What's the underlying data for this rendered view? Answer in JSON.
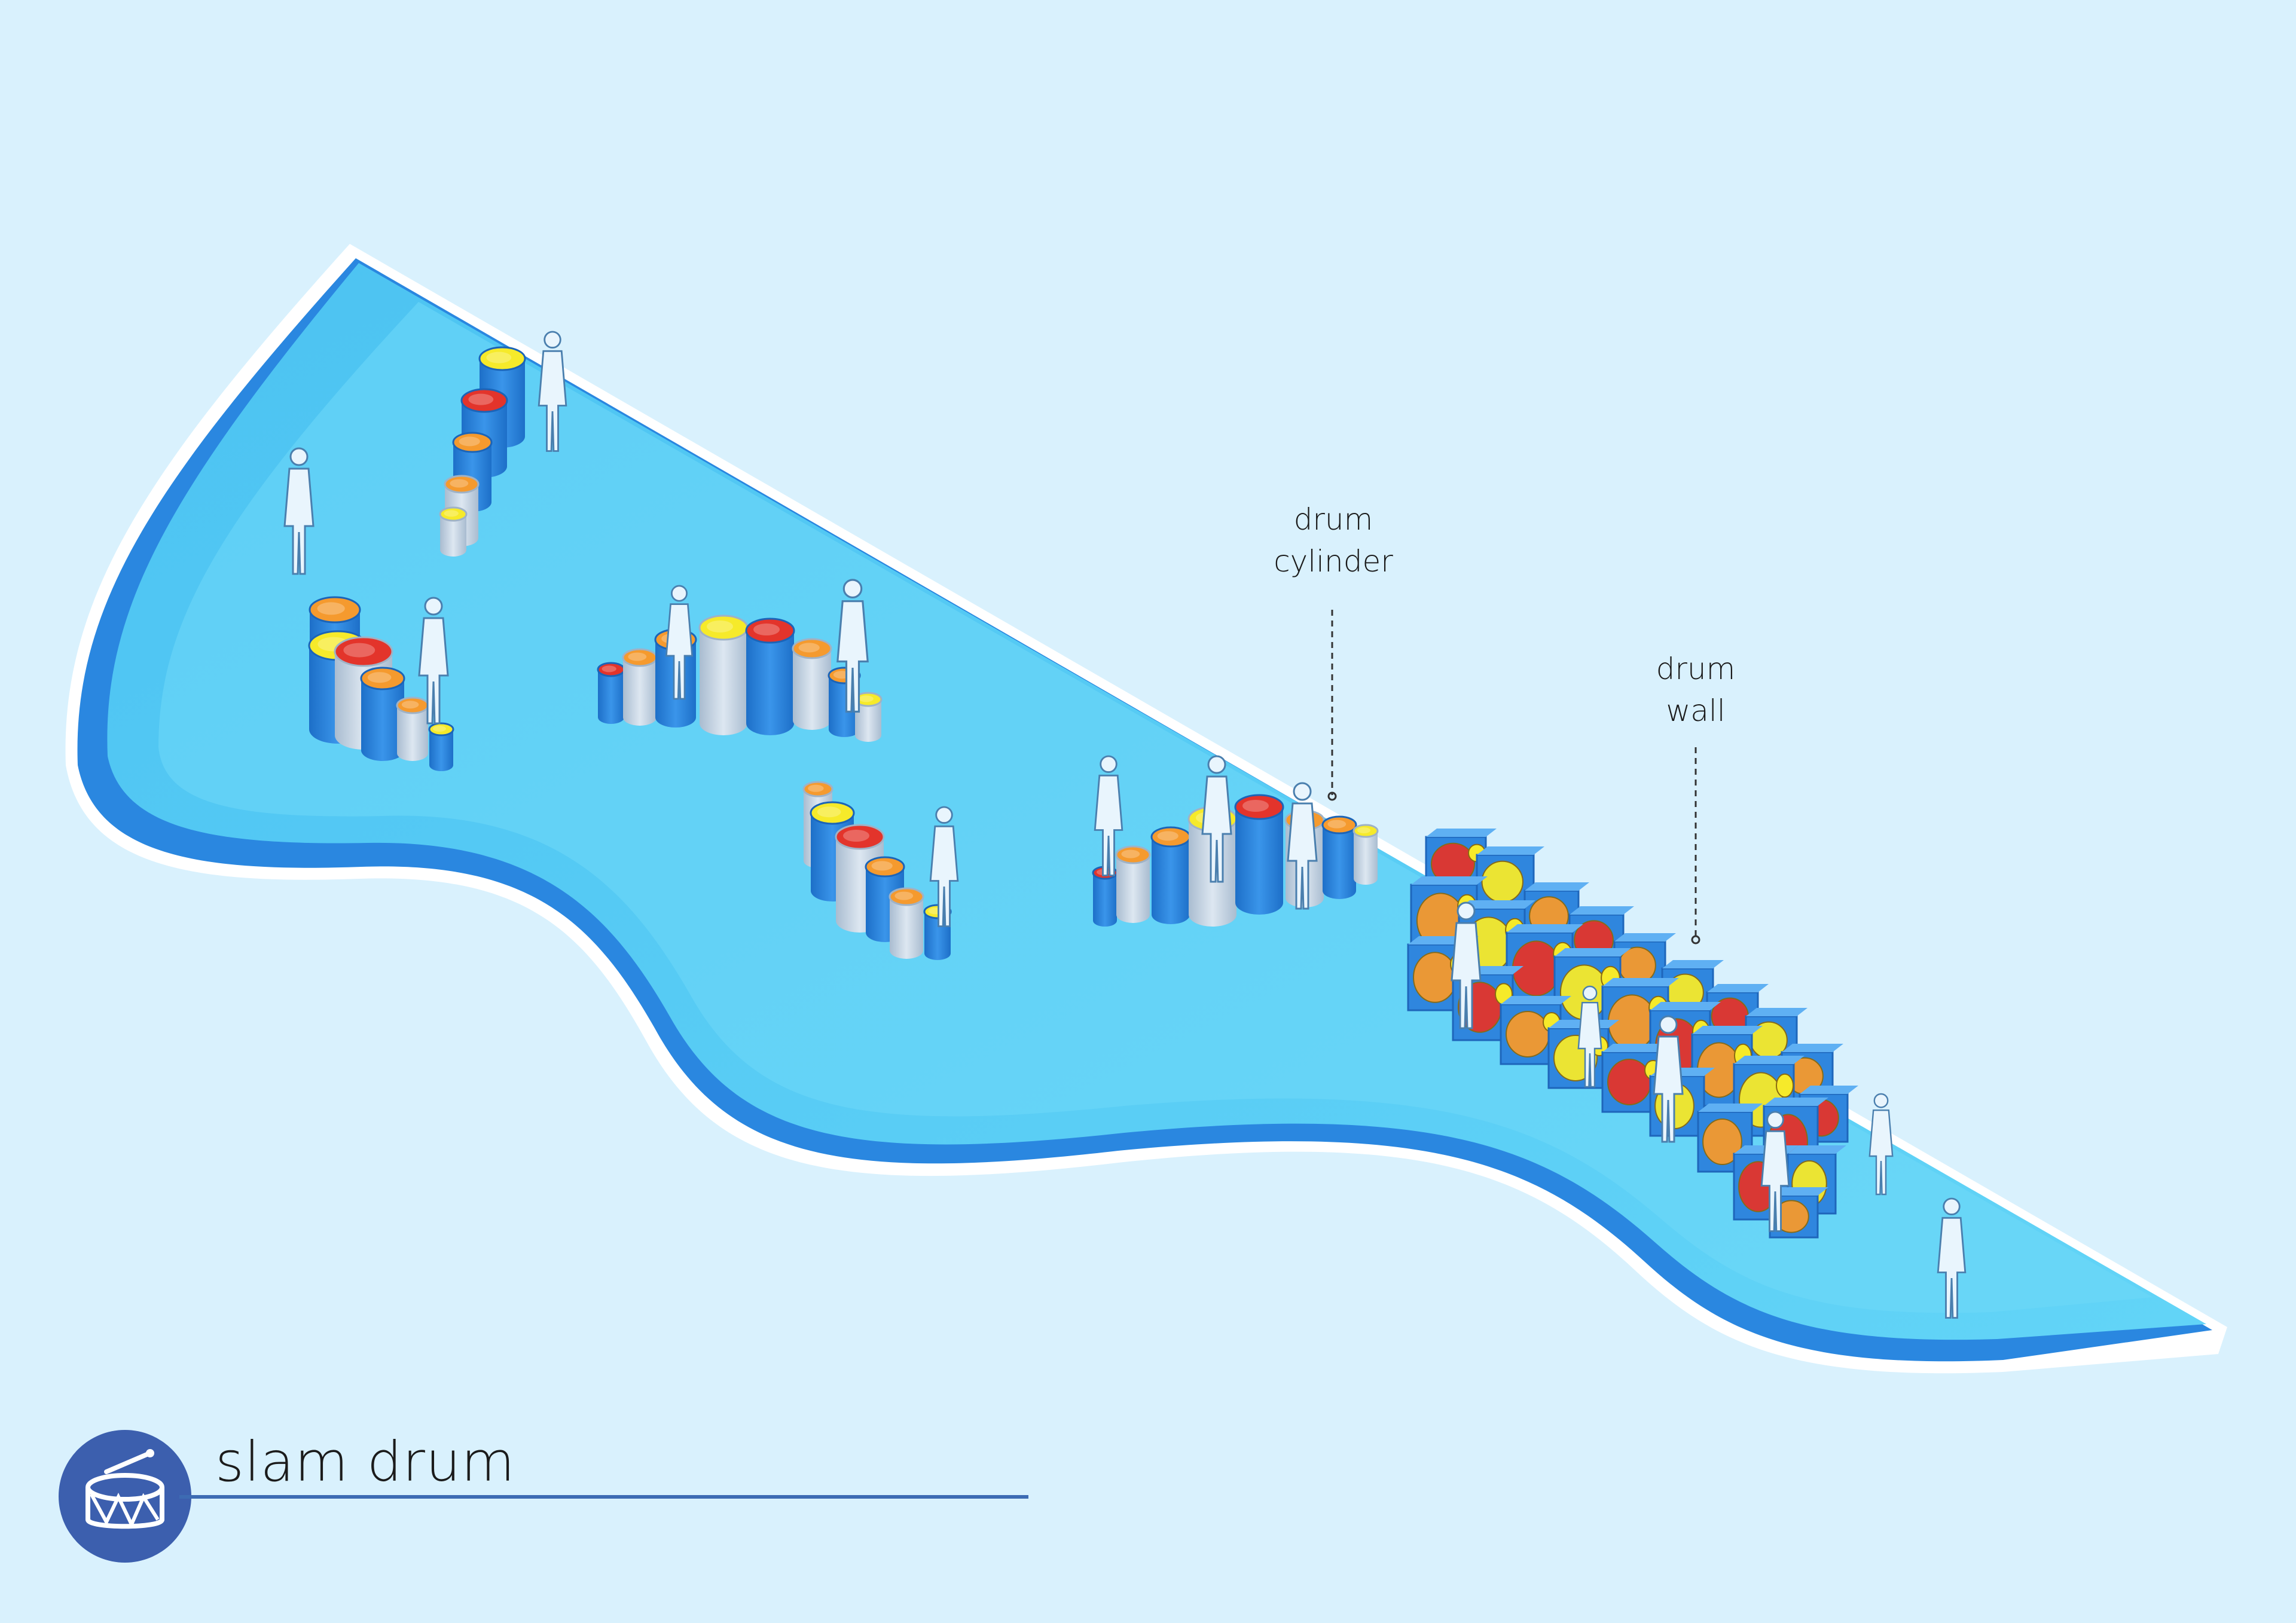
{
  "labels": {
    "drum_cylinder": [
      "drum",
      "cylinder"
    ],
    "drum_wall": [
      "drum",
      "wall"
    ]
  },
  "footer": {
    "title": "slam drum",
    "icon": "drum-icon"
  },
  "colors": {
    "background": "#d9f1fd",
    "platform_edge": "#2e8fe6",
    "platform_top": "#5ccdf5",
    "cylinder_blue": "#2a80d9",
    "cylinder_grey": "#c5d3e2",
    "drum_yellow": "#f6ea2a",
    "drum_orange": "#f59a2e",
    "drum_red": "#e3342b",
    "logo_blue": "#3c5fae",
    "footer_line": "#3d6bb3"
  }
}
